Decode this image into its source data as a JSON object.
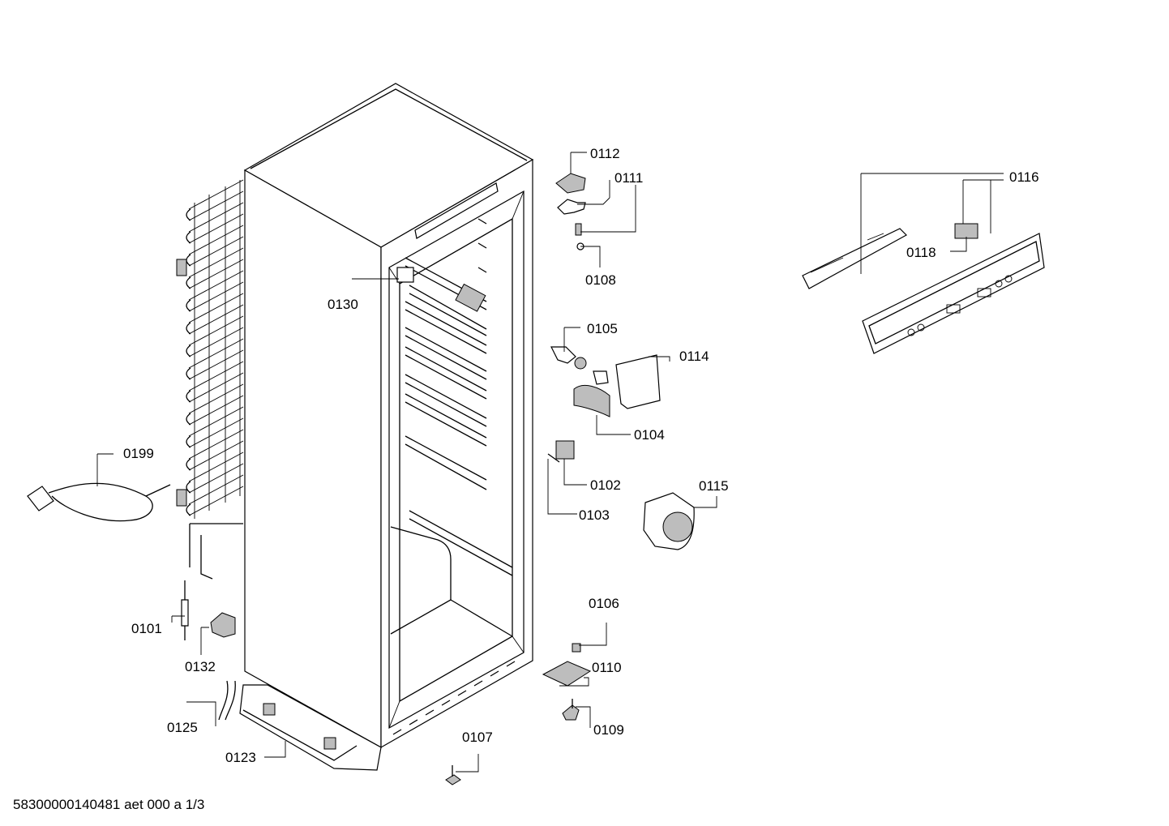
{
  "diagram": {
    "labels": {
      "p0112": "0112",
      "p0111": "0111",
      "p0108": "0108",
      "p0116": "0116",
      "p0118": "0118",
      "p0130": "0130",
      "p0105": "0105",
      "p0114": "0114",
      "p0104": "0104",
      "p0199": "0199",
      "p0102": "0102",
      "p0115": "0115",
      "p0103": "0103",
      "p0101": "0101",
      "p0106": "0106",
      "p0132": "0132",
      "p0110": "0110",
      "p0125": "0125",
      "p0109": "0109",
      "p0107": "0107",
      "p0123": "0123"
    },
    "footer": "58300000140481 aet 000 a 1/3"
  }
}
